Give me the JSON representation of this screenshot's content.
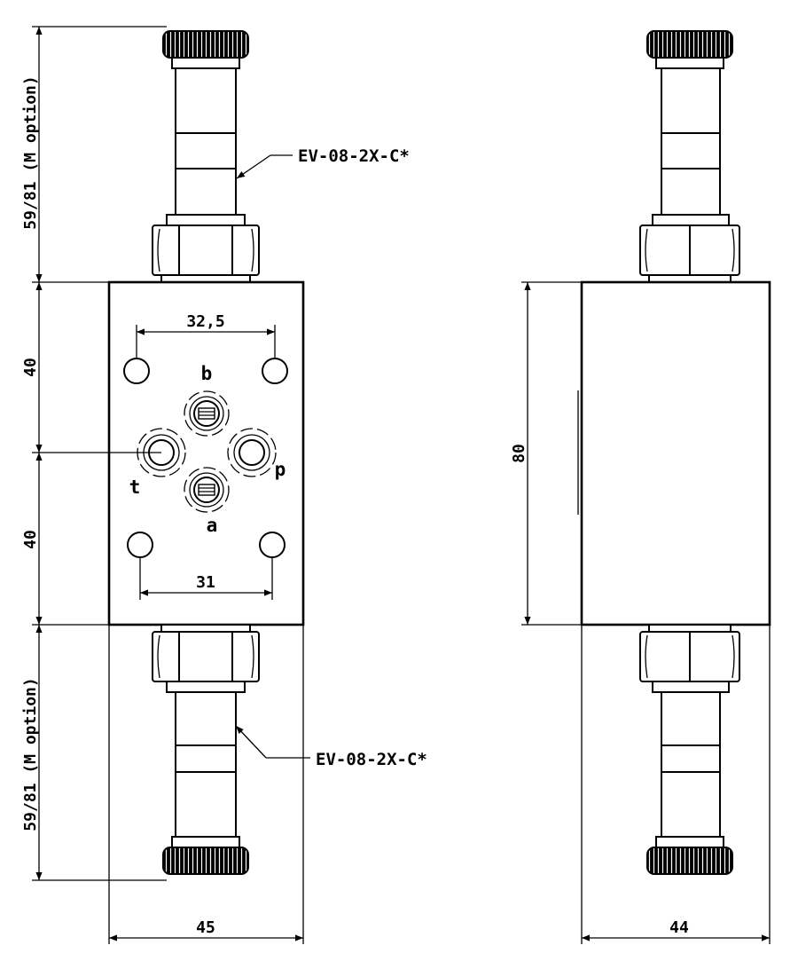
{
  "front_view": {
    "callout_top": "EV-08-2X-C*",
    "callout_bottom": "EV-08-2X-C*",
    "dim_solenoid_top": "59/81 (M option)",
    "dim_solenoid_bottom": "59/81 (M option)",
    "dim_upper_half": "40",
    "dim_lower_half": "40",
    "dim_hole_spacing_top": "32,5",
    "dim_hole_spacing_bottom": "31",
    "dim_width": "45",
    "port_b": "b",
    "port_a": "a",
    "port_t": "t",
    "port_p": "p"
  },
  "side_view": {
    "dim_height": "80",
    "dim_width": "44"
  }
}
